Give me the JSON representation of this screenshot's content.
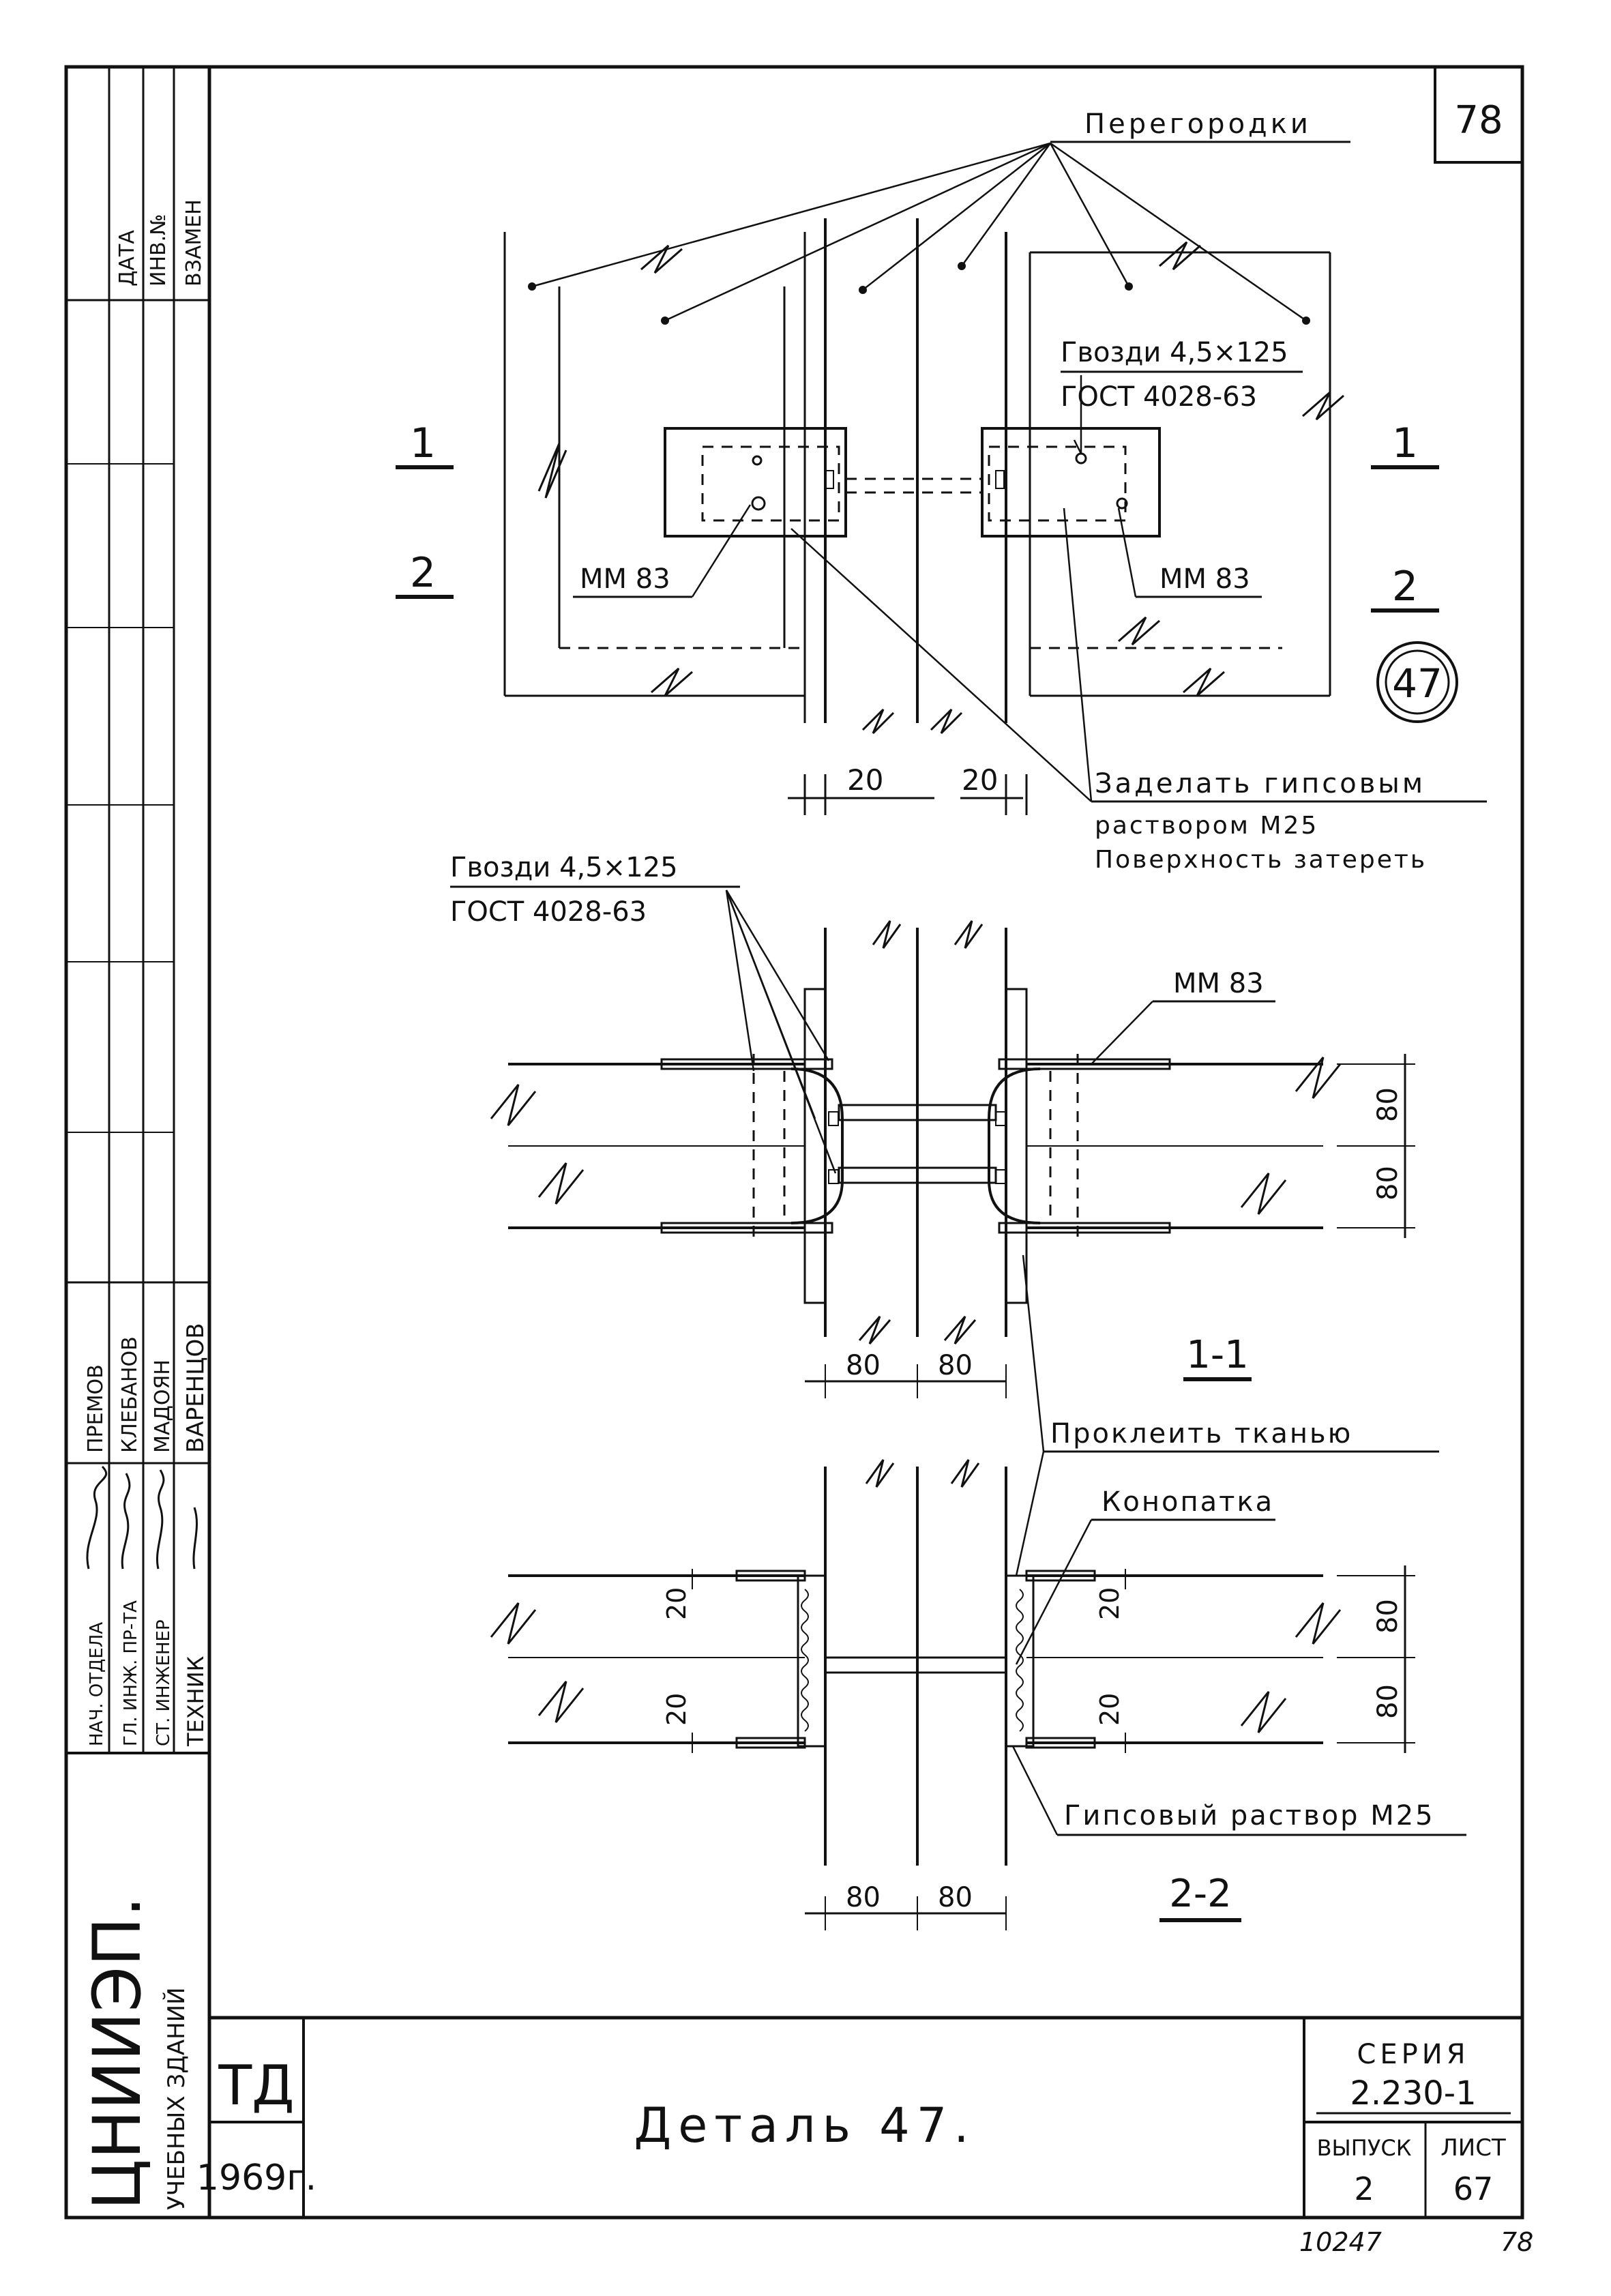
{
  "sheet_number_top": "78",
  "stamp": {
    "col_data": "ДАТА",
    "col_inv": "ИНВ.№",
    "col_vzamen": "ВЗАМЕН",
    "rows": [
      {
        "role": "НАЧ. ОТДЕЛА",
        "name": "ПРЕМОВ"
      },
      {
        "role": "ГЛ. ИНЖ. ПР-ТА",
        "name": "КЛЕБАНОВ"
      },
      {
        "role": "СТ. ИНЖЕНЕР",
        "name": "МАДОЯН"
      },
      {
        "role": "ТЕХНИК",
        "name": "ВАРЕНЦОВ"
      }
    ],
    "org": "ЦНИИЭП.",
    "org_sub": "УЧЕБНЫХ ЗДАНИЙ"
  },
  "plan": {
    "partitions_label": "Перегородки",
    "nails_line1": "Гвозди 4,5×125",
    "nails_line2": "ГОСТ 4028-63",
    "mm_left": "ММ 83",
    "mm_right": "ММ 83",
    "sec_left_top": "1",
    "sec_left_bottom": "2",
    "sec_right_top": "1",
    "sec_right_bottom": "2",
    "detail_circle": "47",
    "dim_left": "20",
    "dim_right": "20",
    "note_line1": "Заделать гипсовым",
    "note_line2": "раствором М25",
    "note_line3": "Поверхность затереть"
  },
  "section11": {
    "nails_line1": "Гвозди 4,5×125",
    "nails_line2": "ГОСТ 4028-63",
    "mm_label": "ММ 83",
    "dim_v1": "80",
    "dim_v2": "80",
    "dim_h1": "80",
    "dim_h2": "80",
    "title": "1-1"
  },
  "section22": {
    "fabric_label": "Проклеить тканью",
    "caulk_label": "Конопатка",
    "gypsum_label": "Гипсовый раствор М25",
    "dim_l1": "20",
    "dim_l2": "20",
    "dim_r1": "20",
    "dim_r2": "20",
    "dim_v1": "80",
    "dim_v2": "80",
    "dim_h1": "80",
    "dim_h2": "80",
    "title": "2-2"
  },
  "title_block": {
    "td": "ТД",
    "year": "1969г.",
    "title": "Деталь 47.",
    "series_label": "СЕРИЯ",
    "series_value": "2.230-1",
    "issue_label": "ВЫПУСК",
    "issue_value": "2",
    "sheet_label": "ЛИСТ",
    "sheet_value": "67"
  },
  "footer": {
    "code": "10247",
    "page": "78"
  }
}
